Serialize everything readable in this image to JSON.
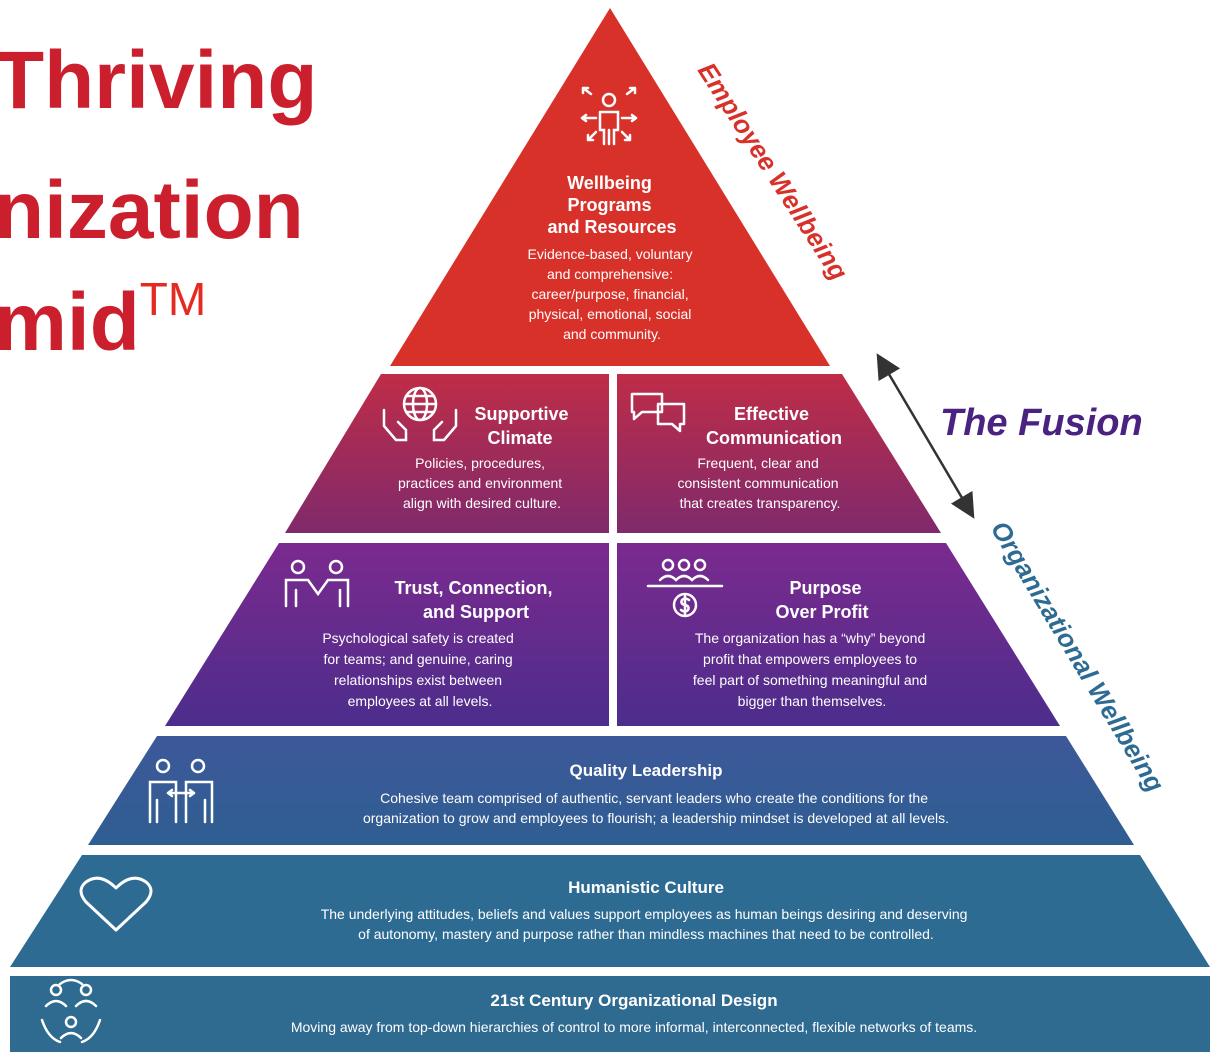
{
  "title": {
    "line1": "Thriving",
    "line2": "nization",
    "line3": "mid",
    "trademark": "TM"
  },
  "fusion_label": "The Fusion",
  "side_labels": {
    "employee": "Employee Wellbeing",
    "organizational": "Organizational Wellbeing"
  },
  "tiers": {
    "wellbeing_programs": {
      "icon": "person-arrows-icon",
      "title": [
        "Wellbeing",
        "Programs",
        "and Resources"
      ],
      "body": [
        "Evidence-based, voluntary",
        "and comprehensive:",
        "career/purpose, financial,",
        "physical, emotional, social",
        "and community."
      ]
    },
    "supportive_climate": {
      "icon": "globe-hands-icon",
      "title": [
        "Supportive",
        "Climate"
      ],
      "body": [
        "Policies, procedures,",
        "practices and environment",
        "align with desired culture."
      ]
    },
    "effective_communication": {
      "icon": "chat-bubbles-icon",
      "title": [
        "Effective",
        "Communication"
      ],
      "body": [
        "Frequent, clear and",
        "consistent communication",
        "that creates transparency."
      ]
    },
    "trust_connection": {
      "icon": "two-people-icon",
      "title": [
        "Trust, Connection,",
        "and Support"
      ],
      "body": [
        "Psychological safety is created",
        "for teams; and genuine, caring",
        "relationships exist between",
        "employees at all levels."
      ]
    },
    "purpose_over_profit": {
      "icon": "people-coin-icon",
      "title": [
        "Purpose",
        "Over Profit"
      ],
      "body": [
        "The organization has a “why” beyond",
        "profit that empowers employees to",
        "feel part of something meaningful and",
        "bigger than themselves."
      ]
    },
    "quality_leadership": {
      "icon": "leaders-arrows-icon",
      "title": "Quality Leadership",
      "body": [
        "Cohesive team comprised of authentic, servant leaders who create the conditions for the",
        "organization to grow and employees to flourish; a leadership mindset is developed at all levels."
      ]
    },
    "humanistic_culture": {
      "icon": "heart-icon",
      "title": "Humanistic Culture",
      "body": [
        "The underlying attitudes, beliefs and values support employees as human beings desiring and deserving",
        "of autonomy, mastery and purpose rather than mindless machines that need to be controlled."
      ]
    },
    "org_design": {
      "icon": "network-people-icon",
      "title": "21st Century Organizational Design",
      "body": [
        "Moving away from top-down hierarchies of control to more informal, interconnected, flexible networks of teams."
      ]
    }
  },
  "colors": {
    "title_red": "#cc1f2d",
    "top_red": "#d8312a",
    "fusion_purple": "#4a2380",
    "teal": "#2e6b93"
  }
}
